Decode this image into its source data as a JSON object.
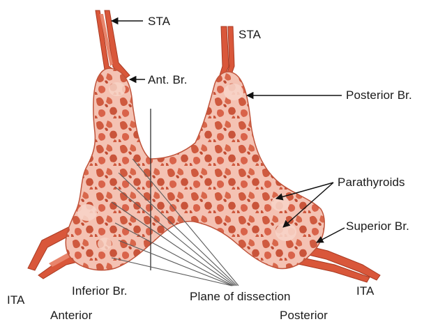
{
  "labels": {
    "sta_left": "STA",
    "sta_right": "STA",
    "ant_br": "Ant. Br.",
    "posterior_br": "Posterior Br.",
    "parathyroids": "Parathyroids",
    "superior_br": "Superior Br.",
    "ita_left": "ITA",
    "ita_right": "ITA",
    "inferior_br": "Inferior Br.",
    "plane_of_dissection": "Plane of dissection",
    "anterior": "Anterior",
    "posterior": "Posterior"
  },
  "colors": {
    "vessel": "#d9573a",
    "vessel_dark": "#b83d24",
    "gland": "#f4c2b3",
    "gland_mottle": "#cf5a3f",
    "parathyroid": "#f7d3c6",
    "lines": "#222222",
    "dissection_lines": "#5a5a5a"
  }
}
